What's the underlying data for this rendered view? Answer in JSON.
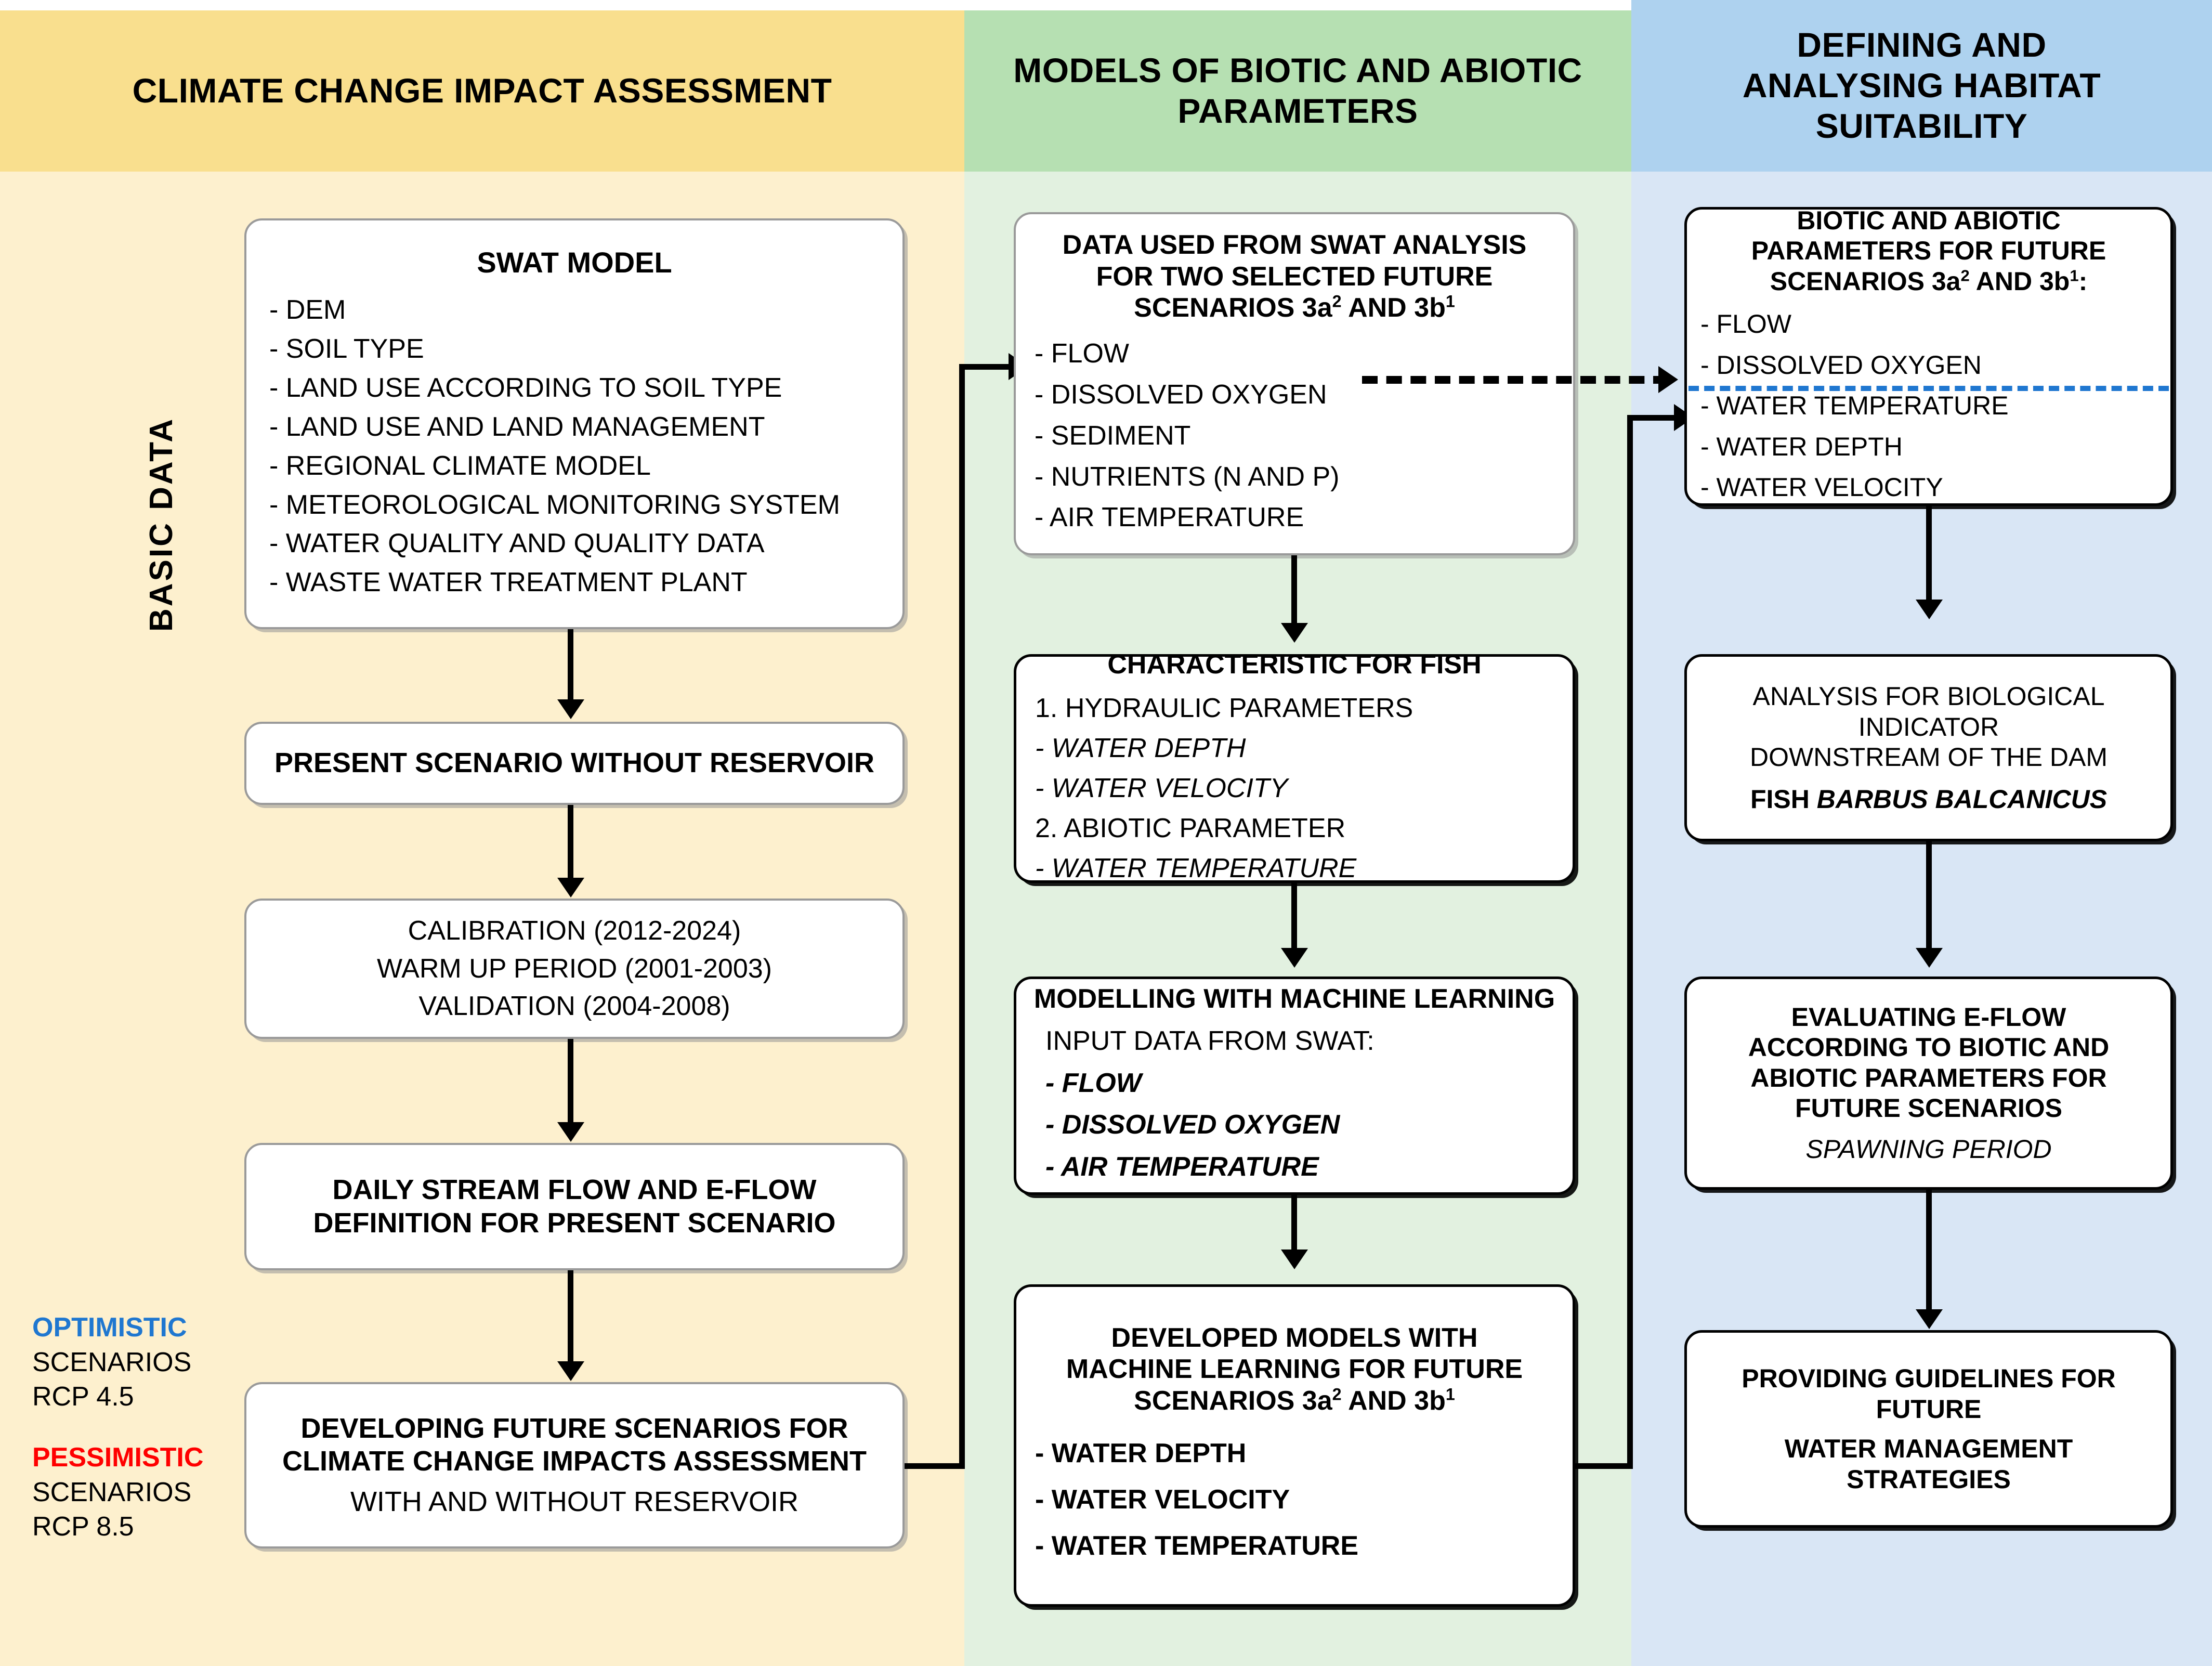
{
  "columns": [
    {
      "id": "col-climate",
      "header": "CLIMATE CHANGE IMPACT ASSESSMENT",
      "color": "#F9DF8E",
      "body_color": "#FDF0CE"
    },
    {
      "id": "col-models",
      "header": "MODELS OF BIOTIC AND ABIOTIC PARAMETERS",
      "color": "#B6E0B2",
      "body_color": "#E2F1E0"
    },
    {
      "id": "col-habitat",
      "header": "DEFINING AND ANALYSING HABITAT SUITABILITY",
      "color": "#AED2EF",
      "body_color": "#D9E6F5"
    }
  ],
  "side_label": "BASIC  DATA",
  "legend": {
    "optimistic": {
      "title": "OPTIMISTIC",
      "line1": "SCENARIOS",
      "line2": "RCP 4.5",
      "color": "#1F77D0"
    },
    "pessimistic": {
      "title": "PESSIMISTIC",
      "line1": "SCENARIOS",
      "line2": "RCP 8.5",
      "color": "#FF0000"
    }
  },
  "left_column": {
    "swat": {
      "title": "SWAT MODEL",
      "items": [
        "- DEM",
        "- SOIL TYPE",
        "- LAND USE ACCORDING TO SOIL TYPE",
        "- LAND USE AND LAND MANAGEMENT",
        "- REGIONAL CLIMATE MODEL",
        "- METEOROLOGICAL MONITORING SYSTEM",
        "- WATER QUALITY AND QUALITY DATA",
        "- WASTE WATER TREATMENT PLANT"
      ]
    },
    "present_scenario": {
      "title": "PRESENT SCENARIO WITHOUT RESERVOIR"
    },
    "calibration": {
      "lines": [
        "CALIBRATION (2012-2024)",
        "WARM UP PERIOD (2001-2003)",
        "VALIDATION (2004-2008)"
      ]
    },
    "daily_flow": {
      "line1": "DAILY STREAM FLOW AND E-FLOW",
      "line2": "DEFINITION FOR PRESENT SCENARIO"
    },
    "future_scenarios": {
      "line1": "DEVELOPING FUTURE SCENARIOS FOR",
      "line2": "CLIMATE CHANGE IMPACTS ASSESSMENT",
      "sub": "WITH AND WITHOUT RESERVOIR"
    }
  },
  "middle_column": {
    "swat_data": {
      "title_line1": "DATA USED FROM SWAT ANALYSIS",
      "title_line2": "FOR TWO SELECTED FUTURE",
      "title_line3_pre": "SCENARIOS 3a",
      "title_line3_sup1": "2",
      "title_line3_mid": " AND 3b",
      "title_line3_sup2": "1",
      "items": [
        "- FLOW",
        "- DISSOLVED OXYGEN",
        "- SEDIMENT",
        "- NUTRIENTS (N AND P)",
        "- AIR TEMPERATURE"
      ]
    },
    "fish_characteristics": {
      "title": "CHARACTERISTIC FOR FISH",
      "items": [
        {
          "text": "1. HYDRAULIC PARAMETERS",
          "style": "plain"
        },
        {
          "text": "- WATER DEPTH",
          "style": "italic"
        },
        {
          "text": "- WATER VELOCITY",
          "style": "italic"
        },
        {
          "text": "2. ABIOTIC PARAMETER",
          "style": "plain"
        },
        {
          "text": "- WATER TEMPERATURE",
          "style": "italic"
        }
      ]
    },
    "modelling_ml": {
      "title": "MODELLING WITH MACHINE LEARNING",
      "subtitle": "INPUT DATA FROM SWAT:",
      "items": [
        "- FLOW",
        "- DISSOLVED OXYGEN",
        "- AIR TEMPERATURE"
      ]
    },
    "developed_models": {
      "title_line1": "DEVELOPED MODELS WITH",
      "title_line2": "MACHINE LEARNING FOR FUTURE",
      "title_line3_pre": "SCENARIOS 3a",
      "title_line3_sup1": "2",
      "title_line3_mid": " AND 3b",
      "title_line3_sup2": "1",
      "items": [
        "- WATER DEPTH",
        "- WATER VELOCITY",
        "- WATER TEMPERATURE"
      ]
    }
  },
  "right_column": {
    "biotic_abiotic": {
      "title_line1": "BIOTIC AND ABIOTIC",
      "title_line2": "PARAMETERS FOR FUTURE",
      "title_line3_pre": "SCENARIOS 3a",
      "title_line3_sup1": "2",
      "title_line3_mid": " AND 3b",
      "title_line3_sup2": "1",
      "title_line3_post": ":",
      "items": [
        "- FLOW",
        "- DISSOLVED OXYGEN",
        "- WATER TEMPERATURE",
        "- WATER DEPTH",
        "- WATER VELOCITY"
      ],
      "divider_after_index": 1,
      "divider_color": "#1F77D0"
    },
    "biological_indicator": {
      "line1": "ANALYSIS FOR BIOLOGICAL",
      "line2": "INDICATOR",
      "line3": "DOWNSTREAM OF THE DAM",
      "line4_pre": "FISH ",
      "line4_italic": "BARBUS BALCANICUS"
    },
    "evaluating_eflow": {
      "line1": "EVALUATING E-FLOW",
      "line2": "ACCORDING TO BIOTIC AND",
      "line3": "ABIOTIC PARAMETERS FOR",
      "line4": "FUTURE SCENARIOS",
      "sub": "SPAWNING PERIOD"
    },
    "guidelines": {
      "line1": "PROVIDING GUIDELINES FOR",
      "line2": "FUTURE",
      "line3": "WATER MANAGEMENT",
      "line4": "STRATEGIES"
    }
  }
}
